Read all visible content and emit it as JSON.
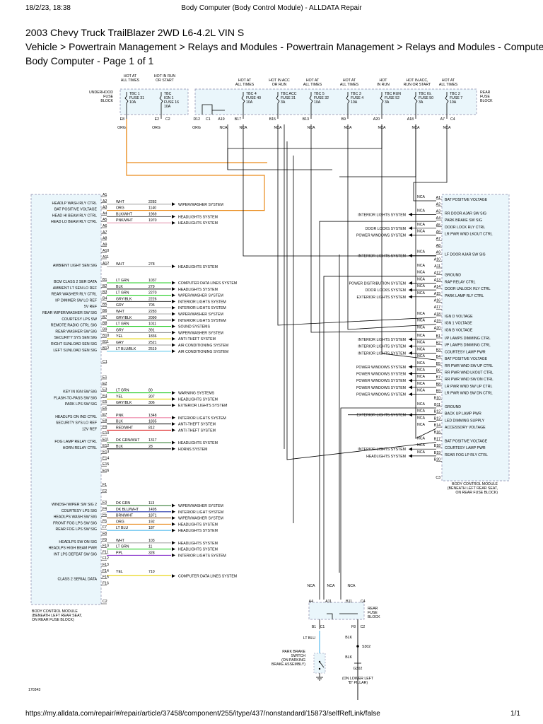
{
  "header": {
    "print_date": "18/2/23, 18:38",
    "print_title": "Body Computer (Body Control Module) - ALLDATA Repair"
  },
  "title": {
    "vehicle": "2003 Chevy Truck TrailBlazer 2WD L6-4.2L VIN S",
    "breadcrumb": "Vehicle > Powertrain Management > Relays and Modules - Powertrain Management > Relays and Modules - Computer",
    "page": "Body Computer - Page 1 of 1"
  },
  "footer": {
    "url": "https://my.alldata.com/repair/#/repair/article/37458/component/255/itype/437/nonstandard/15873/selfRefLink/false",
    "page_count": "1/1"
  },
  "diagram": {
    "figure_id": "170343",
    "underhood_block_label": [
      "UNDERHOOD",
      "FUSE",
      "BLOCK"
    ],
    "rear_block_label": [
      "REAR",
      "FUSE",
      "BLOCK"
    ],
    "underhood_fuses": [
      {
        "top": [
          "HOT AT",
          "ALL TIMES"
        ],
        "name": [
          "TBC 1",
          "FUSE 31",
          "10A"
        ],
        "pin": "E8",
        "wire": "ORG"
      },
      {
        "top": [
          "HOT IN RUN",
          "OR START"
        ],
        "name": [
          "TBC",
          "IGN 1",
          "FUSE 16",
          "10A"
        ],
        "pin": "E2",
        "wire": "ORG"
      }
    ],
    "d12": {
      "pin": "D12",
      "c": "C1",
      "wire": "ORG"
    },
    "a19": {
      "pin": "A19",
      "wire": "NCA"
    },
    "rear_fuses": [
      {
        "top": [
          "HOT AT",
          "ALL TIMES"
        ],
        "name": [
          "TBC 4",
          "FUSE 40",
          "10A"
        ],
        "pin": "B17",
        "wire": "NCA"
      },
      {
        "top": [
          "HOT IN ACC",
          "OR RUN"
        ],
        "name": [
          "TBC ACC",
          "FUSE 31",
          "3A"
        ],
        "pin": "B15",
        "wire": "NCA"
      },
      {
        "top": [
          "HOT AT",
          "ALL TIMES"
        ],
        "name": [
          "TBC 5",
          "FUSE 32",
          "10A"
        ],
        "pin": "B13",
        "wire": "NCA"
      },
      {
        "top": [
          "HOT AT",
          "ALL TIMES"
        ],
        "name": [
          "TBC 3",
          "FUSE 4",
          "10A"
        ],
        "pin": "B9",
        "wire": "NCA"
      },
      {
        "top": [
          "HOT",
          "IN RUN"
        ],
        "name": [
          "TBC RUN",
          "FUSE 52",
          "3A"
        ],
        "pin": "A20",
        "wire": "NCA"
      },
      {
        "top": [
          "HOT IN ACC,",
          "RUN OR START"
        ],
        "name": [
          "TBC IG.",
          "FUSE 50",
          "3A"
        ],
        "pin": "A18",
        "wire": "NCA"
      },
      {
        "top": [
          "HOT AT",
          "ALL TIMES"
        ],
        "name": [
          "TBC 2",
          "FUSE 7",
          "10A"
        ],
        "pin": "A7",
        "wire": "NCA",
        "c": "C4"
      }
    ],
    "left_module": {
      "caption": [
        "BODY CONTROL MODULE",
        "(BENEATH LEFT REAR SEAT,",
        "ON REAR FUSE BLOCK)"
      ],
      "end_c": "C2",
      "pins": [
        {
          "pin": "A1"
        },
        {
          "pin": "A2",
          "label": "HEADLP WASH RLY CTRL",
          "color": "WHT",
          "circuit": "2282",
          "dest": "WIPER/WASHER SYSTEM"
        },
        {
          "pin": "A3",
          "label": "BAT POSITIVE VOLTAGE",
          "color": "ORG",
          "circuit": "1140"
        },
        {
          "pin": "A4",
          "label": "HEAD HI BEAM RLY CTRL",
          "color": "BLK/WHT",
          "circuit": "1969",
          "dest": "HEADLIGHTS SYSTEM"
        },
        {
          "pin": "A5",
          "label": "HEAD LO BEAM RLY CTRL",
          "color": "PNK/WHT",
          "circuit": "1970",
          "dest": "HEADLIGHTS SYSTEM"
        },
        {
          "pin": "A6"
        },
        {
          "pin": "A7"
        },
        {
          "pin": "A8"
        },
        {
          "pin": "A9"
        },
        {
          "pin": "A10"
        },
        {
          "pin": "A11"
        },
        {
          "pin": "A12",
          "label": "AMBIENT LIGHT SEN SIG",
          "color": "WHT",
          "circuit": "278",
          "dest": "HEADLIGHTS SYSTEM"
        },
        {
          "pin": "B1",
          "label": "BCM CLASS 2 SER DATA",
          "color": "LT GRN",
          "circuit": "1037",
          "dest": "COMPUTER DATA LINES SYSTEM"
        },
        {
          "pin": "B2",
          "label": "AMBIENT LT SEN LO REF",
          "color": "BLK",
          "circuit": "279",
          "dest": "HEADLIGHTS SYSTEM"
        },
        {
          "pin": "B3",
          "label": "REAR WASHER RLY CTRL",
          "color": "LT GRN",
          "circuit": "2270",
          "dest": "WIPER/WASHER SYSTEM"
        },
        {
          "pin": "B4",
          "label": "I/P DIMMER SW LO REF",
          "color": "GRY/BLK",
          "circuit": "2226",
          "dest": "INTERIOR LIGHTS SYSTEM"
        },
        {
          "pin": "B5",
          "label": "5V REF",
          "color": "GRY",
          "circuit": "705",
          "dest": "INTERIOR LIGHTS SYSTEM"
        },
        {
          "pin": "B6",
          "label": "REAR WIPER/WASHER SW SIG",
          "color": "WHT",
          "circuit": "2283",
          "dest": "WIPER/WASHER SYSTEM"
        },
        {
          "pin": "B7",
          "label": "COURTESY LPS SW",
          "color": "GRY/BLK",
          "circuit": "2090",
          "dest": "INTERIOR LIGHTS SYSTEM"
        },
        {
          "pin": "B8",
          "label": "REMOTE RADIO CTRL SIG",
          "color": "LT GRN",
          "circuit": "1011",
          "dest": "SOUND SYSTEMS"
        },
        {
          "pin": "B9",
          "label": "REAR WASHER SW SIG",
          "color": "GRY",
          "circuit": "391",
          "dest": "WIPER/WASHER SYSTEM"
        },
        {
          "pin": "B10",
          "label": "SECURITY SYS SEN SIG",
          "color": "YEL",
          "circuit": "1836",
          "dest": "ANTI-THEFT SYSTEM"
        },
        {
          "pin": "B11",
          "label": "RIGHT SUNLOAD SEN SIG",
          "color": "GRY",
          "circuit": "2521",
          "dest": "AIR CONDITIONING SYSTEM"
        },
        {
          "pin": "B12",
          "label": "LEFT SUNLOAD SEN SIG",
          "color": "LT BLU/BLK",
          "circuit": "2519",
          "dest": "AIR CONDITIONING SYSTEM"
        },
        {
          "pin": "C1"
        },
        {
          "pin": "E1"
        },
        {
          "pin": "E2"
        },
        {
          "pin": "E3",
          "label": "KEY IN IGN SW SIG",
          "color": "LT GRN",
          "circuit": "80",
          "dest": "WARNING SYSTEMS"
        },
        {
          "pin": "E4",
          "label": "FLASH-TO-PASS SW SIG",
          "color": "YEL",
          "circuit": "307",
          "dest": "HEADLIGHTS SYSTEM"
        },
        {
          "pin": "E5",
          "label": "PARK LPS SW SIG",
          "color": "GRY/BLK",
          "circuit": "306",
          "dest": "EXTERIOR LIGHTS SYSTEM"
        },
        {
          "pin": "E6"
        },
        {
          "pin": "E7",
          "label": "HEADLPS ON IND CTRL",
          "color": "PNK",
          "circuit": "1348",
          "dest": "INTERIOR LIGHTS SYSTEM"
        },
        {
          "pin": "E8",
          "label": "SECURITY SYS LO REF",
          "color": "BLK",
          "circuit": "1835",
          "dest": "ANTI-THEFT SYSTEM"
        },
        {
          "pin": "E9",
          "label": "12V REF",
          "color": "RED/WHT",
          "circuit": "812",
          "dest": "ANTI-THEFT SYSTEM"
        },
        {
          "pin": "E10"
        },
        {
          "pin": "E11",
          "label": "FOG LAMP RELAY CTRL",
          "color": "DK GRN/WHT",
          "circuit": "1317",
          "dest": "HEADLIGHTS SYSTEM"
        },
        {
          "pin": "E12",
          "label": "HORN RELAY CTRL",
          "color": "BLK",
          "circuit": "28",
          "dest": "HORNS SYSTEM"
        },
        {
          "pin": "E13"
        },
        {
          "pin": "E14"
        },
        {
          "pin": "E15"
        },
        {
          "pin": "E16"
        },
        {
          "pin": "F1"
        },
        {
          "pin": "F2"
        },
        {
          "pin": "F3",
          "label": "WINDSH WIPER SW SIG 2",
          "color": "DK GRN",
          "circuit": "113",
          "dest": "WIPER/WASHER SYSTEM"
        },
        {
          "pin": "F4",
          "label": "COURTESY LPS SIG",
          "color": "DK BLU/WHT",
          "circuit": "1495",
          "dest": "INTERIOR LIGHT SYSTEM"
        },
        {
          "pin": "F5",
          "label": "HEADLPS WASH SW SIG",
          "color": "BRN/WHT",
          "circuit": "1871",
          "dest": "WIPER/WASHER SYSTEM"
        },
        {
          "pin": "F6",
          "label": "FRONT FOG LPS SW SIG",
          "color": "ORG",
          "circuit": "192",
          "dest": "HEADLIGHTS SYSTEM"
        },
        {
          "pin": "F7",
          "label": "REAR FOG LPS SW SIG",
          "color": "LT BLU",
          "circuit": "187",
          "dest": "HEADLIGHTS SYSTEM"
        },
        {
          "pin": "F8"
        },
        {
          "pin": "F9",
          "label": "HEADLPS SW ON SIG",
          "color": "WHT",
          "circuit": "103",
          "dest": "HEADLIGHTS SYSTEM"
        },
        {
          "pin": "F10",
          "label": "HEADLPS HIGH BEAM PWR",
          "color": "LT GRN",
          "circuit": "11",
          "dest": "HEADLIGHTS SYSTEM"
        },
        {
          "pin": "F11",
          "label": "INT LPS DEFEAT SW SIG",
          "color": "PPL",
          "circuit": "328",
          "dest": "INTERIOR LIGHTS SYSTEM"
        },
        {
          "pin": "F12"
        },
        {
          "pin": "F13"
        },
        {
          "pin": "F14",
          "color": "YEL",
          "circuit": "710"
        },
        {
          "pin": "F15",
          "label": "CLASS 2 SERIAL DATA",
          "dest": "COMPUTER DATA LINES SYSTEM"
        },
        {
          "pin": "F16"
        }
      ]
    },
    "right_module": {
      "caption": [
        "BODY CONTROL MODULE",
        "(BENEATH LEFT REAR SEAT,",
        "ON REAR FUSE BLOCK)"
      ],
      "end_c": "C3",
      "pins": [
        {
          "pin": "A1",
          "label": "BAT POSITIVE VOLTAGE",
          "nca": "NCA"
        },
        {
          "pin": "A2"
        },
        {
          "pin": "A3",
          "label": "RR DOOR AJAR SW SIG",
          "nca": "NCA",
          "dest": "INTERIOR LIGHTS SYSTEM"
        },
        {
          "pin": "A4",
          "label": "PARK BRAKE SW SIG"
        },
        {
          "pin": "A5",
          "label": "DOOR LOCK RLY CTRL",
          "nca": "NCA",
          "dest": "DOOR LOCKS SYSTEM"
        },
        {
          "pin": "A6",
          "label": "LR PWR WND LKOUT CTRL",
          "nca": "NCA",
          "dest": "POWER WINDOWS SYSTEM"
        },
        {
          "pin": "A7"
        },
        {
          "pin": "A8"
        },
        {
          "pin": "A9",
          "label": "LF DOOR AJAR SW SIG",
          "nca": "NCA",
          "dest": "INTERIOR LIGHTS SYSTEM"
        },
        {
          "pin": "A10"
        },
        {
          "pin": "A11",
          "nca": "NCA"
        },
        {
          "pin": "A12",
          "label": "GROUND",
          "nca": "NCA"
        },
        {
          "pin": "A13",
          "label": "RAP RELAY CTRL",
          "nca": "NCA",
          "dest": "POWER DISTRIBUTION SYSTEM"
        },
        {
          "pin": "A14",
          "label": "DOOR UNLOCK RLY CTRL",
          "nca": "NCA",
          "dest": "DOOR LOCKS SYSTEM"
        },
        {
          "pin": "A15",
          "label": "PARK LAMP RLY CTRL",
          "nca": "NCA",
          "dest": "EXTERIOR LIGHTS SYSTEM"
        },
        {
          "pin": "A16"
        },
        {
          "pin": "A17"
        },
        {
          "pin": "A18",
          "label": "IGN D VOLTAGE",
          "nca": "NCA"
        },
        {
          "pin": "A19",
          "label": "IGN 1 VOLTAGE",
          "nca": "NCA"
        },
        {
          "pin": "A20",
          "label": "IGN B VOLTAGE",
          "nca": "NCA"
        },
        {
          "pin": "B1",
          "label": "I/P LAMPS DIMMING CTRL",
          "nca": "NCA",
          "dest": "INTERIOR LIGHTS SYSTEM"
        },
        {
          "pin": "B2",
          "label": "I/P LAMPS DIMMING CTRL",
          "nca": "NCA",
          "dest": "INTERIOR LIGHTS SYSTEM"
        },
        {
          "pin": "B3",
          "label": "COURTESY LAMP PWR",
          "nca": "NCA",
          "dest": "INTERIOR LIGHTS SYSTEM"
        },
        {
          "pin": "B4",
          "label": "BAT POSITIVE VOLTAGE",
          "nca": "NCA"
        },
        {
          "pin": "B5",
          "label": "RR PWR WND SW UP CTRL",
          "nca": "NCA",
          "dest": "POWER WINDOWS SYSTEM"
        },
        {
          "pin": "B6",
          "label": "RR PWR WND LKOUT CTRL",
          "nca": "NCA",
          "dest": "POWER WINDOWS SYSTEM"
        },
        {
          "pin": "B7",
          "label": "RR PWR WND SW DN CTRL",
          "nca": "NCA",
          "dest": "POWER WINDOWS SYSTEM"
        },
        {
          "pin": "B8",
          "label": "LR PWR WND SW UP CTRL",
          "nca": "NCA",
          "dest": "POWER WINDOWS SYSTEM"
        },
        {
          "pin": "B9",
          "label": "LR PWR WND SW DN CTRL",
          "nca": "NCA",
          "dest": "POWER WINDOWS SYSTEM"
        },
        {
          "pin": "B10"
        },
        {
          "pin": "B11",
          "label": "GROUND",
          "nca": "NCA"
        },
        {
          "pin": "B12",
          "label": "BACK UP LAMP PWR",
          "nca": "NCA",
          "dest": "EXTERIOR LIGHTS SYSTEM"
        },
        {
          "pin": "B13",
          "label": "LED DIMMING SUPPLY",
          "nca": "NCA"
        },
        {
          "pin": "B14",
          "label": "ACCESSORY VOLTAGE",
          "nca": "NCA"
        },
        {
          "pin": "B16"
        },
        {
          "pin": "B17",
          "label": "BAT POSITIVE VOLTAGE",
          "nca": "NCA"
        },
        {
          "pin": "B18",
          "label": "COURTESY LAMP PWR",
          "nca": "NCA",
          "dest": "INTERIOR LIGHTS SYSTEM"
        },
        {
          "pin": "B19",
          "label": "REAR FOG LP RLY CTRL",
          "nca": "NCA",
          "dest": "HEADLIGHTS SYSTEM"
        },
        {
          "pin": "B20"
        }
      ]
    },
    "bottom": {
      "nca": "NCA",
      "block_pins_top": [
        "A4",
        "A11",
        "B11"
      ],
      "block_c_top": "C4",
      "block_pins_bottom": [
        "B1",
        "C1",
        "F8",
        "C2"
      ],
      "block_label": [
        "REAR",
        "FUSE",
        "BLOCK"
      ],
      "lt_blu": "LT BLU",
      "blk": "BLK",
      "splice": "S302",
      "switch_label": [
        "PARK BRAKE",
        "SWITCH",
        "(ON PARKING",
        "BRAKE ASSEMBLY)"
      ],
      "ground": "G302",
      "ground_label": [
        "(ON LOWER LEFT",
        "\"B\" PILLAR)"
      ]
    }
  }
}
